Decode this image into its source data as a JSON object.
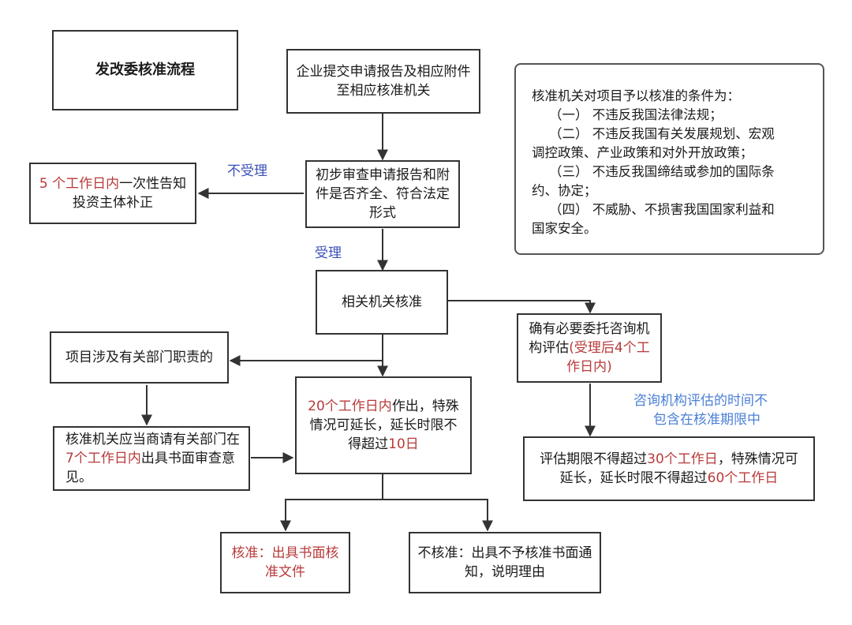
{
  "title": "发改委核准流程",
  "nodes": {
    "submit": "企业提交申请报告及相应附件至相应核准机关",
    "review": "初步审查申请报告和附件是否齐全、符合法定形式",
    "notify_red": "5 个工作日内",
    "notify_rest": "一次性告知投资主体补正",
    "approve": "相关机关核准",
    "dept_duty": "项目涉及有关部门职责的",
    "consult_a": "核准机关应当商请有关部门在",
    "consult_red": "7个工作日内",
    "consult_b": "出具书面审查意见。",
    "deadline_red1": "20个工作日内",
    "deadline_a": "作出，特殊情况可延长，延长时限不得超过",
    "deadline_red2": "10日",
    "entrust_a": "确有必要委托咨询机构评估",
    "entrust_red": "(受理后4个工作日内)",
    "eval_a": "评估期限不得超过",
    "eval_red1": "30个工作日",
    "eval_b": "，特殊情况可延长，延长时限不得超过",
    "eval_red2": "60个工作日",
    "approved": "核准：出具书面核准文件",
    "rejected": "不核准：出具不予核准书面通知，说明理由"
  },
  "labels": {
    "not_accepted": "不受理",
    "accepted": "受理",
    "eval_note_1": "咨询机构评估的时间不",
    "eval_note_2": "包含在核准期限中"
  },
  "conditions": {
    "heading": "核准机关对项目予以核准的条件为：",
    "items": [
      "（一） 不违反我国法律法规；",
      "（二） 不违反我国有关发展规划、宏观",
      "调控政策、产业政策和对外开放政策；",
      "（三） 不违反我国缔结或参加的国际条",
      "约、协定；",
      "（四） 不威胁、不损害我国国家利益和",
      "国家安全。"
    ]
  },
  "colors": {
    "line": "#333333",
    "red": "#b83a3a",
    "blue": "#3b4fb8",
    "note_blue": "#4a7fd6"
  }
}
